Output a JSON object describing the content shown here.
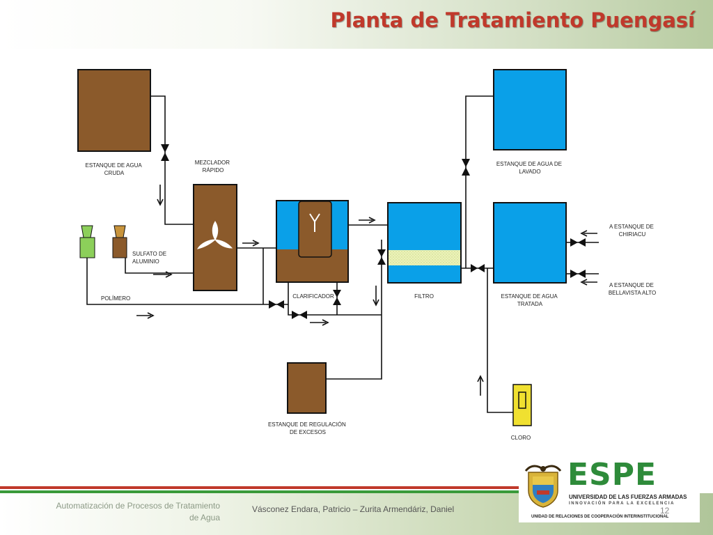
{
  "title": "Planta de Tratamiento Puengasí",
  "diagram": {
    "labels": {
      "raw_tank_1": "ESTANQUE DE AGUA",
      "raw_tank_2": "CRUDA",
      "mixer_1": "MEZCLADOR",
      "mixer_2": "RÁPIDO",
      "sulfate_1": "SULFATO DE",
      "sulfate_2": "ALUMINIO",
      "polymer": "POLÍMERO",
      "clarifier": "CLARIFICADOR",
      "filter": "FILTRO",
      "wash_tank_1": "ESTANQUE DE AGUA DE",
      "wash_tank_2": "LAVADO",
      "treated_tank_1": "ESTANQUE DE AGUA",
      "treated_tank_2": "TRATADA",
      "chiriacu_1": "A ESTANQUE DE",
      "chiriacu_2": "CHIRIACU",
      "bellavista_1": "A ESTANQUE DE",
      "bellavista_2": "BELLAVISTA ALTO",
      "excess_tank_1": "ESTANQUE DE REGULACIÓN",
      "excess_tank_2": "DE EXCESOS",
      "chlorine": "CLORO"
    }
  },
  "footer": {
    "course_line1": "Automatización de Procesos de Tratamiento",
    "course_line2": "de Agua",
    "authors": "Vásconez Endara, Patricio – Zurita Armendáriz, Daniel",
    "page_number": "12"
  },
  "logo": {
    "acronym": "ESPE",
    "university": "UNIVERSIDAD DE LAS FUERZAS ARMADAS",
    "tagline": "INNOVACIÓN PARA LA EXCELENCIA",
    "unit": "UNIDAD DE RELACIONES DE COOPERACIÓN INTERINSTITUCIONAL"
  },
  "colors": {
    "title": "#c0392b",
    "sludge_brown": "#8b5a2b",
    "water_blue": "#0aa0e8",
    "brand_green": "#2e8b3a"
  }
}
